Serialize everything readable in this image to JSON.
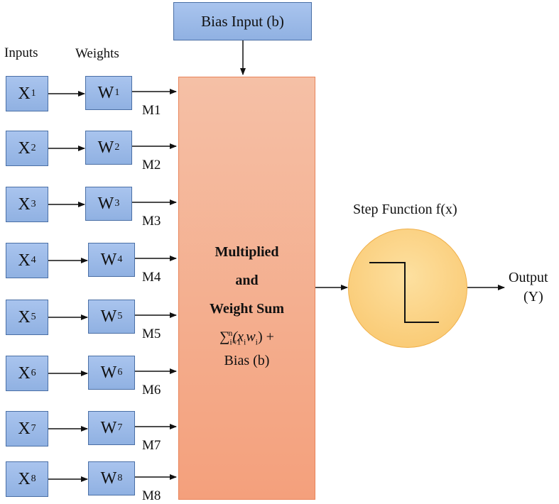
{
  "headers": {
    "inputs": "Inputs",
    "weights": "Weights"
  },
  "rows": [
    {
      "x": "X",
      "xi": "1",
      "w": "W",
      "wi": "1",
      "m": "M1"
    },
    {
      "x": "X",
      "xi": "2",
      "w": "W",
      "wi": "2",
      "m": "M2"
    },
    {
      "x": "X",
      "xi": "3",
      "w": "W",
      "wi": "3",
      "m": "M3"
    },
    {
      "x": "X",
      "xi": "4",
      "w": "W",
      "wi": "4",
      "m": "M4"
    },
    {
      "x": "X",
      "xi": "5",
      "w": "W",
      "wi": "5",
      "m": "M5"
    },
    {
      "x": "X",
      "xi": "6",
      "w": "W",
      "wi": "6",
      "m": "M6"
    },
    {
      "x": "X",
      "xi": "7",
      "w": "W",
      "wi": "7",
      "m": "M7"
    },
    {
      "x": "X",
      "xi": "8",
      "w": "W",
      "wi": "8",
      "m": "M8"
    }
  ],
  "bias": {
    "label": "Bias Input (b)"
  },
  "summation": {
    "line1": "Multiplied",
    "line2": "and",
    "line3": "Weight Sum",
    "formula_sum": "∑",
    "formula_sub": "i=1",
    "formula_sup": "n",
    "formula_body": "(x",
    "formula_i1": "i",
    "formula_w": "w",
    "formula_i2": "i",
    "formula_close": ") +",
    "bias_term": "Bias (b)"
  },
  "step": {
    "title": "Step Function f(x)"
  },
  "output": {
    "line1": "Output",
    "line2": "(Y)"
  },
  "colors": {
    "input_box": "#a9c4ee",
    "sum_block": "#f4a07c",
    "step_circle": "#f9c56a"
  }
}
